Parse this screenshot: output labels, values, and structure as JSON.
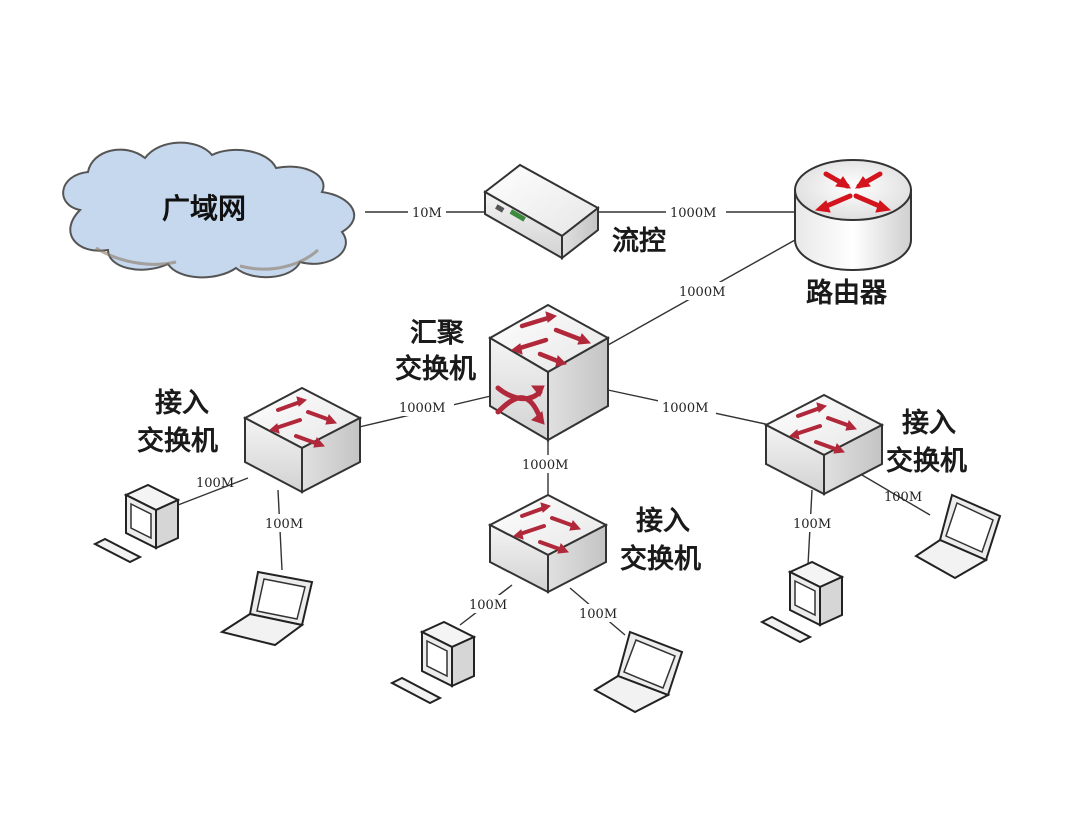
{
  "nodes": {
    "wan": "广域网",
    "flow_control": "流控",
    "router": "路由器",
    "core_switch_line1": "汇聚",
    "core_switch_line2": "交换机",
    "access_left_line1": "接入",
    "access_left_line2": "交换机",
    "access_mid_line1": "接入",
    "access_mid_line2": "交换机",
    "access_right_line1": "接入",
    "access_right_line2": "交换机"
  },
  "links": {
    "wan_flow": "10M",
    "flow_router": "1000M",
    "router_core": "1000M",
    "core_left": "1000M",
    "core_mid": "1000M",
    "core_right": "1000M",
    "left_pc": "100M",
    "left_laptop": "100M",
    "mid_pc": "100M",
    "mid_laptop": "100M",
    "right_pc": "100M",
    "right_laptop": "100M"
  },
  "colors": {
    "arrow": "#b0283a",
    "router_arrow": "#d4141c",
    "cloud": "#c6d8ee"
  }
}
